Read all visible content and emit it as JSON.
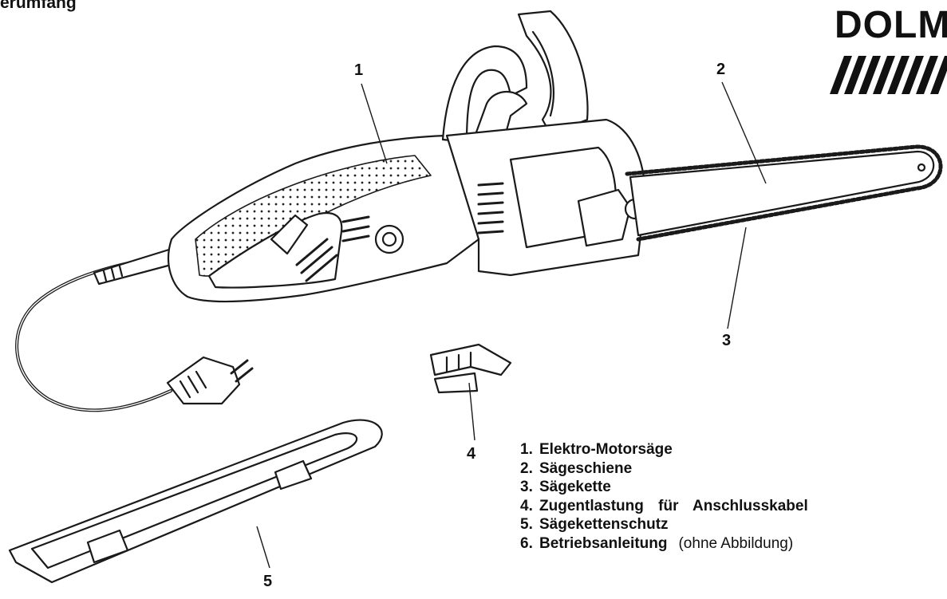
{
  "heading": "erumfang",
  "brand": {
    "name": "DOLM"
  },
  "callouts": [
    "1",
    "2",
    "3",
    "4",
    "5"
  ],
  "legend": [
    {
      "num": "1.",
      "text": "Elektro-Motorsäge",
      "note": ""
    },
    {
      "num": "2.",
      "text": "Sägeschiene",
      "note": ""
    },
    {
      "num": "3.",
      "text": "Sägekette",
      "note": ""
    },
    {
      "num": "4.",
      "text": "Zugentlastung für Anschlusskabel",
      "note": ""
    },
    {
      "num": "5.",
      "text": "Sägekettenschutz",
      "note": ""
    },
    {
      "num": "6.",
      "text": "Betriebsanleitung",
      "note": "(ohne Abbildung)"
    }
  ]
}
